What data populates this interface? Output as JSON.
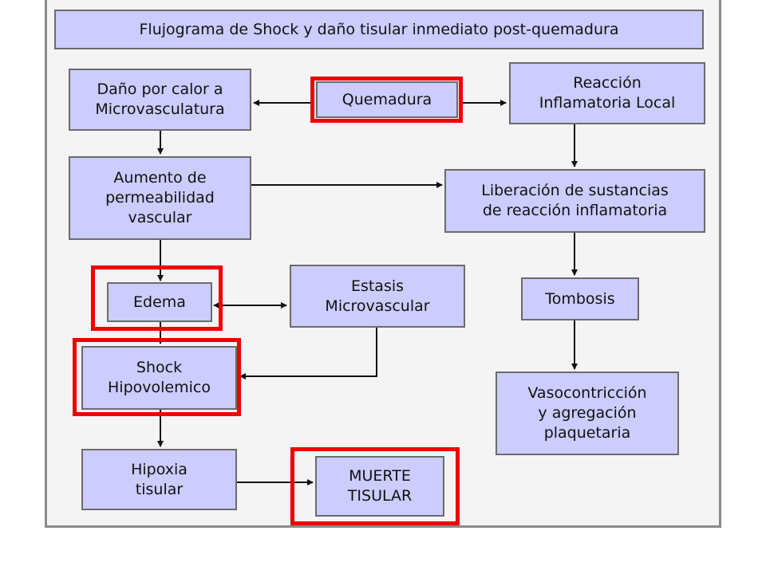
{
  "title": "Flujograma de Shock y daño tisular inmediato post-quemadura",
  "nodes": {
    "quemadura": "Quemadura",
    "dano_calor": "Daño por calor a\nMicrovasculatura",
    "reaccion_local": "Reacción\nInflamatoria Local",
    "aumento_permeabilidad": "Aumento de\npermeabilidad\nvascular",
    "liberacion": "Liberación de sustancias\nde reacción inflamatoria",
    "edema": "Edema",
    "estasis": "Estasis\nMicrovascular",
    "tombosis": "Tombosis",
    "shock": "Shock\nHipovolemico",
    "vasocontriccion": "Vasocontricción\ny agregación\nplaquetaria",
    "hipoxia": "Hipoxia\ntisular",
    "muerte": "MUERTE\nTISULAR"
  },
  "highlight_color": "#ee0000",
  "box_color": "#ccccff"
}
